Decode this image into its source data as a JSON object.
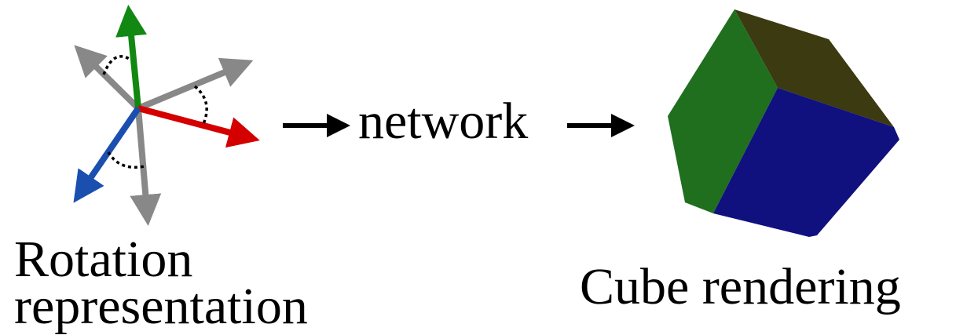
{
  "rotation": {
    "label_line1": "Rotation",
    "label_line2": "representation",
    "axis_colors": {
      "x": "#d40000",
      "y": "#118811",
      "z": "#1a4fb0",
      "rotated": "#888888"
    }
  },
  "flow": {
    "network_label": "network"
  },
  "cube": {
    "label": "Cube rendering",
    "face_colors": {
      "left": "#1f6f1f",
      "top": "#3b3a10",
      "right": "#10107e"
    }
  }
}
